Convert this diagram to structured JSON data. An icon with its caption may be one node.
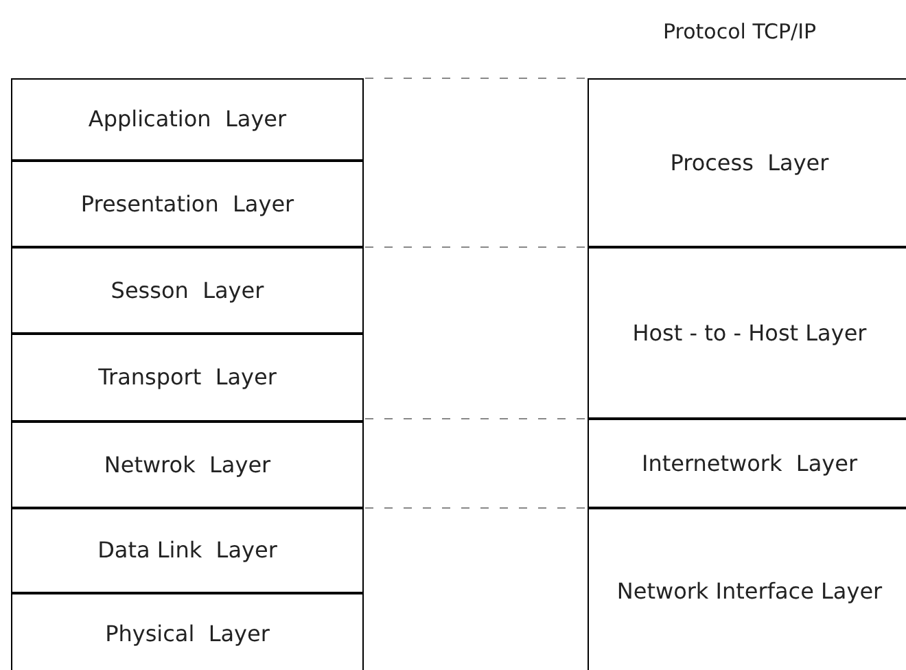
{
  "diagram": {
    "nodes": [
      {
        "text": [
          "Application  Layer"
        ]
      },
      {
        "text": [
          "Presentation  Layer"
        ]
      },
      {
        "text": [
          "Sesson  Layer"
        ]
      },
      {
        "text": [
          "Transport  Layer"
        ]
      },
      {
        "text": [
          "Netwrok  Layer"
        ]
      },
      {
        "text": [
          "Data Link  Layer"
        ]
      },
      {
        "text": [
          "Physical  Layer"
        ]
      },
      {
        "text": [
          "Process  Layer"
        ]
      },
      {
        "text": [
          "Host - to - Host Layer"
        ]
      },
      {
        "text": [
          "Internetwork  Layer"
        ]
      },
      {
        "text": [
          "Network Interface Layer"
        ]
      }
    ],
    "labels": [
      "Protocol TCP/IP"
    ]
  }
}
